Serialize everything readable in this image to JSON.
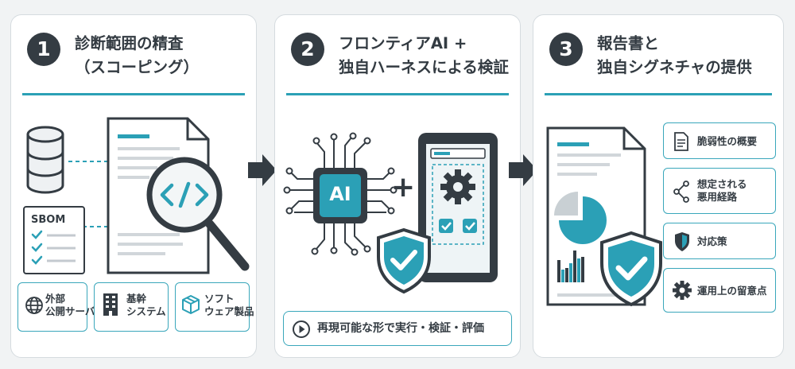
{
  "colors": {
    "accent": "#2ba0b6",
    "dark": "#343c43",
    "light_blue": "#5fb8cc",
    "panel_border": "#d5dbdf"
  },
  "steps": [
    {
      "number": "1",
      "title_line1": "診断範囲の精査",
      "title_line2": "（スコーピング）",
      "sbom_label": "SBOM",
      "code_icon": "code-brackets-icon",
      "targets": [
        {
          "icon": "globe-icon",
          "line1": "外部",
          "line2": "公開サーバ"
        },
        {
          "icon": "building-icon",
          "line1": "基幹",
          "line2": "システム"
        },
        {
          "icon": "package-icon",
          "line1": "ソフト",
          "line2": "ウェア製品"
        }
      ]
    },
    {
      "number": "2",
      "title_line1": "フロンティアAI +",
      "title_line2": "独自ハーネスによる検証",
      "chip_label": "AI",
      "plus": "+",
      "footer_label": "再現可能な形で実行・検証・評価"
    },
    {
      "number": "3",
      "title_line1": "報告書と",
      "title_line2": "独自シグネチャの提供",
      "deliverables": [
        {
          "icon": "document-icon",
          "line1": "脆弱性の概要",
          "line2": ""
        },
        {
          "icon": "path-icon",
          "line1": "想定される",
          "line2": "悪用経路"
        },
        {
          "icon": "shield-icon",
          "line1": "対応策",
          "line2": ""
        },
        {
          "icon": "gear-icon",
          "line1": "運用上の留意点",
          "line2": ""
        }
      ]
    }
  ]
}
